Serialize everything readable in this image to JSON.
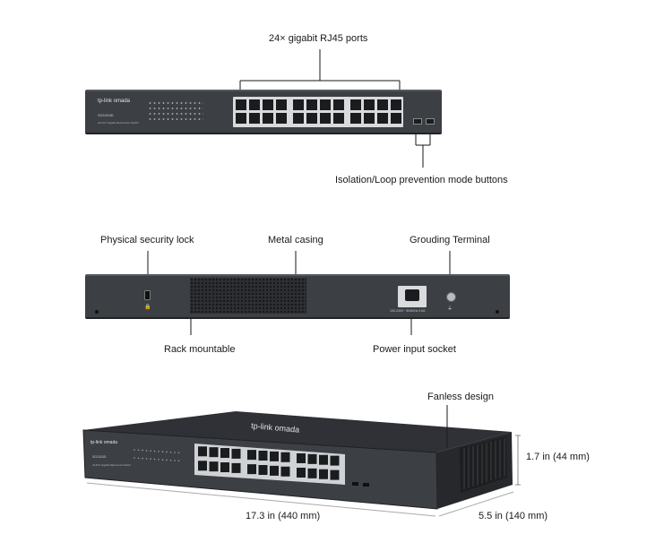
{
  "front": {
    "ports_label": "24× gigabit RJ45 ports",
    "buttons_label": "Isolation/Loop prevention mode buttons",
    "brand": "tp-link omada",
    "model": "SG1024D",
    "subtitle": "24-Port Gigabit Rackmount Switch"
  },
  "rear": {
    "lock_label": "Physical security lock",
    "casing_label": "Metal casing",
    "ground_label": "Grouding Terminal",
    "rack_label": "Rack mountable",
    "power_label": "Power input socket",
    "power_rating": "100-240V~ 50/60Hz 0.6A"
  },
  "perspective": {
    "fanless_label": "Fanless design",
    "height_label": "1.7 in (44 mm)",
    "width_label": "17.3 in (440 mm)",
    "depth_label": "5.5 in (140 mm)"
  },
  "colors": {
    "chassis": "#3c3f44",
    "chassis_dark": "#2a2c30",
    "port": "#c9ccd0",
    "port_hole": "#1b1c1e",
    "text": "#1a1a1a"
  }
}
